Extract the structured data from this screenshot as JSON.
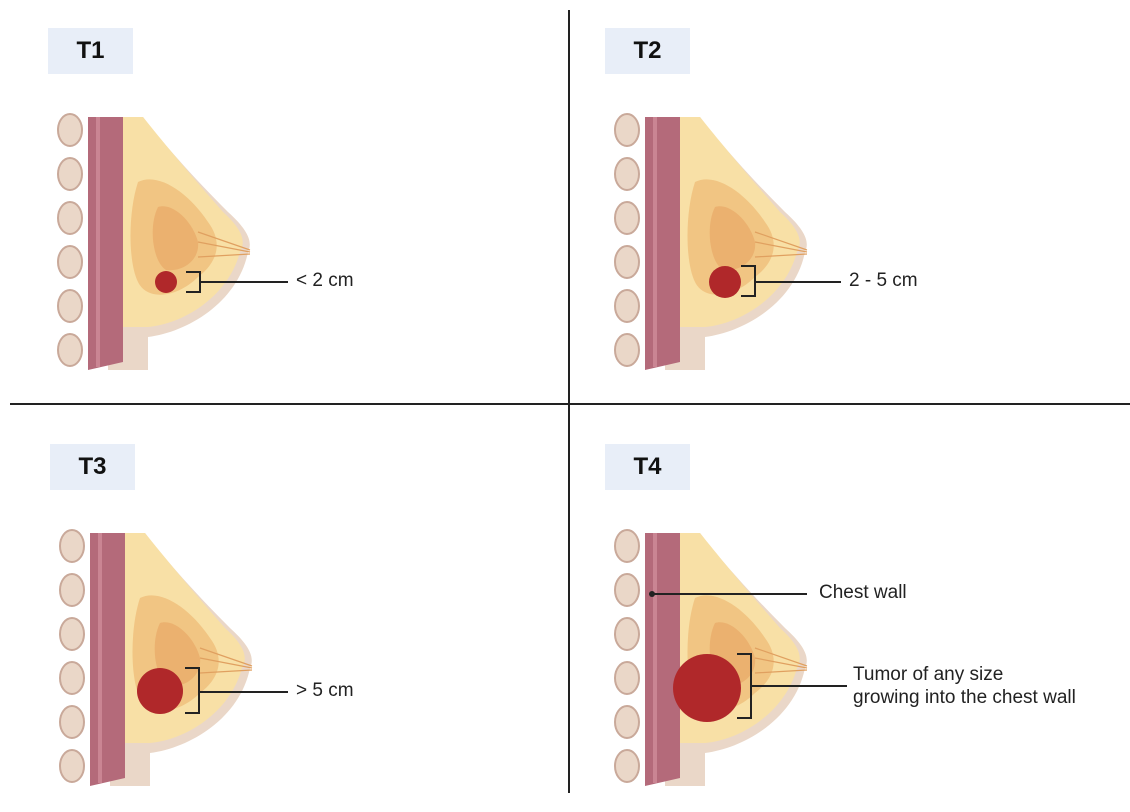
{
  "panels": [
    {
      "stage": "T1",
      "label": "< 2 cm",
      "tumor_size": "small"
    },
    {
      "stage": "T2",
      "label": "2 - 5 cm",
      "tumor_size": "medium"
    },
    {
      "stage": "T3",
      "label": "> 5 cm",
      "tumor_size": "large"
    },
    {
      "stage": "T4",
      "label_chest": "Chest wall",
      "label_line1": "Tumor of any size",
      "label_line2": "growing into the chest wall",
      "tumor_size": "xlarge"
    }
  ],
  "colors": {
    "divider": "#222222",
    "tag_bg": "#e8eef8",
    "skin": "#ead7c8",
    "muscle": "#b46a7a",
    "fat": "#f8e0a6",
    "gland": "#f0c27f",
    "tumor": "#b0282a"
  }
}
